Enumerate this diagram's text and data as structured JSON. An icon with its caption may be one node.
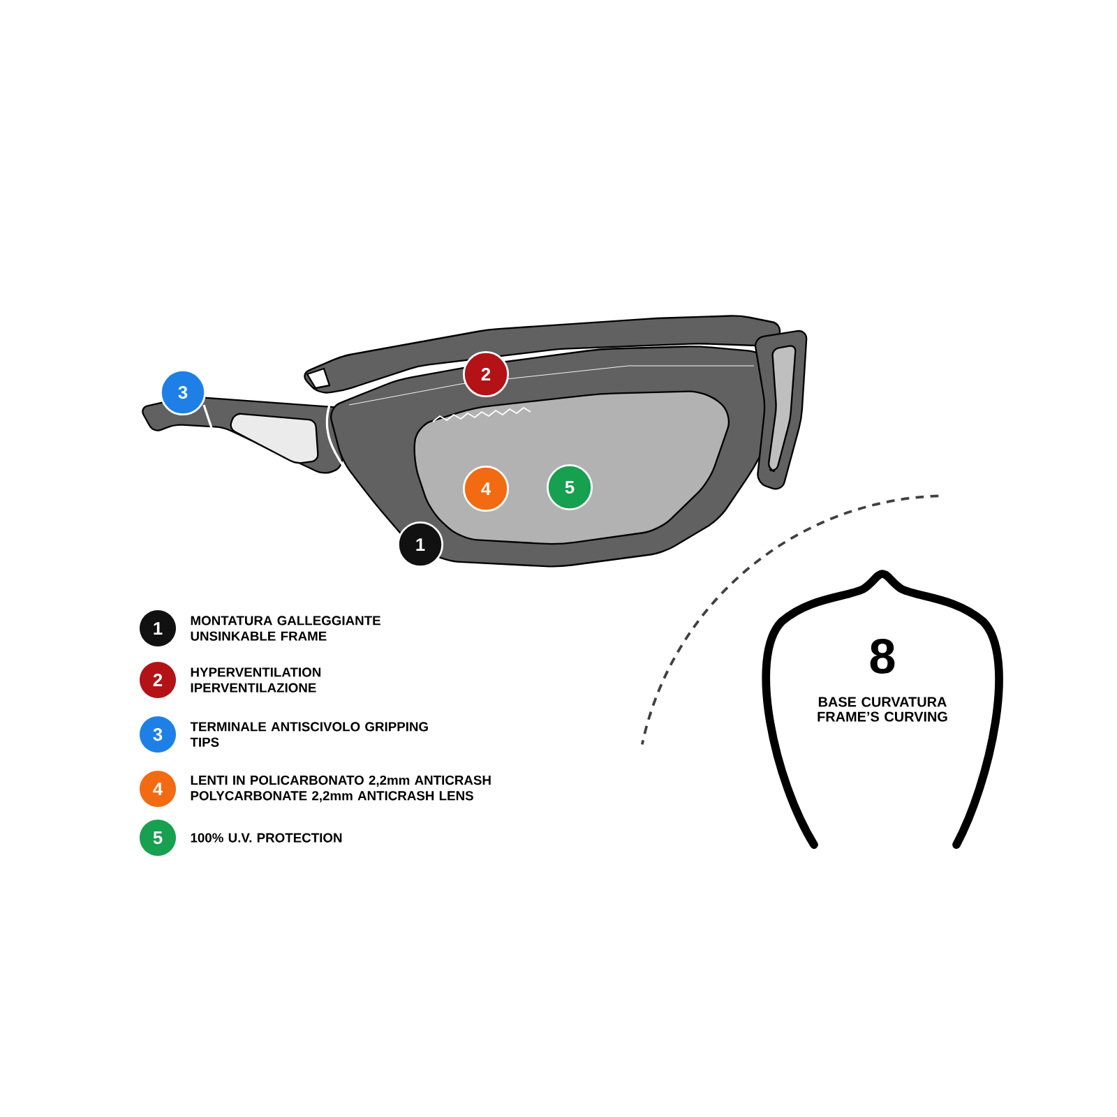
{
  "diagram": {
    "labels": [
      "2",
      "3",
      "4",
      "5",
      "1",
      "1",
      "2",
      "3",
      "4",
      "5",
      "8",
      "BASE CURVATURA FRAME’S CURVING"
    ],
    "legend": [
      {
        "text": "MONTATURA GALLEGGIANTE UNSINKABLE FRAME",
        "color": "#111111"
      },
      {
        "text": "HYPERVENTILATION IPERVENTILAZIONE",
        "color": "#b31217"
      },
      {
        "text": "TERMINALE ANTISCIVOLO GRIPPING TIPS",
        "color": "#1e80e6"
      },
      {
        "text": "LENTI IN POLICARBONATO 2,2mm ANTICRASH POLYCARBONATE 2,2mm ANTICRASH LENS",
        "color": "#f26b12"
      },
      {
        "text": "100% U.V. PROTECTION",
        "color": "#16a04f"
      }
    ]
  }
}
